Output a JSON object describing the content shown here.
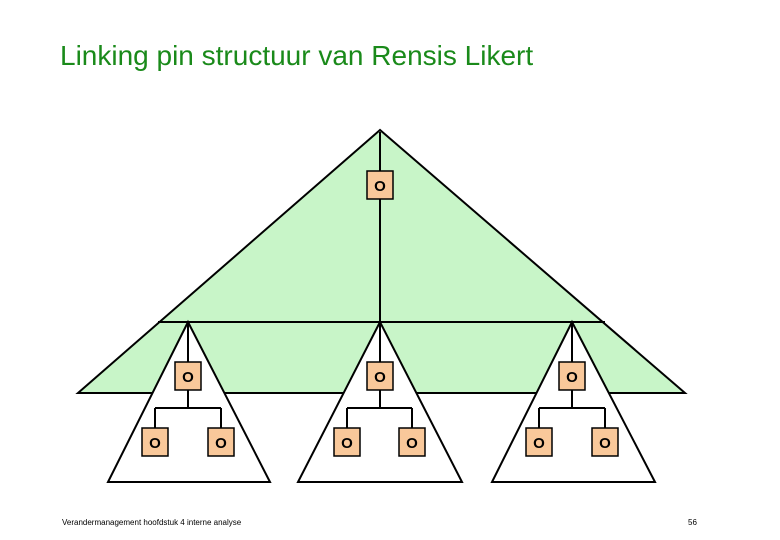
{
  "slide": {
    "title": "Linking pin structuur van Rensis Likert",
    "footer_left": "Verandermanagement hoofdstuk 4 interne analyse",
    "page_number": "56"
  },
  "diagram": {
    "node_label": "O",
    "colors": {
      "top_triangle_fill": "#c8f5c8",
      "bottom_triangle_fill": "#ffffff",
      "node_fill": "#f9c89a",
      "line": "#000000",
      "title": "#1a8a1a"
    }
  }
}
